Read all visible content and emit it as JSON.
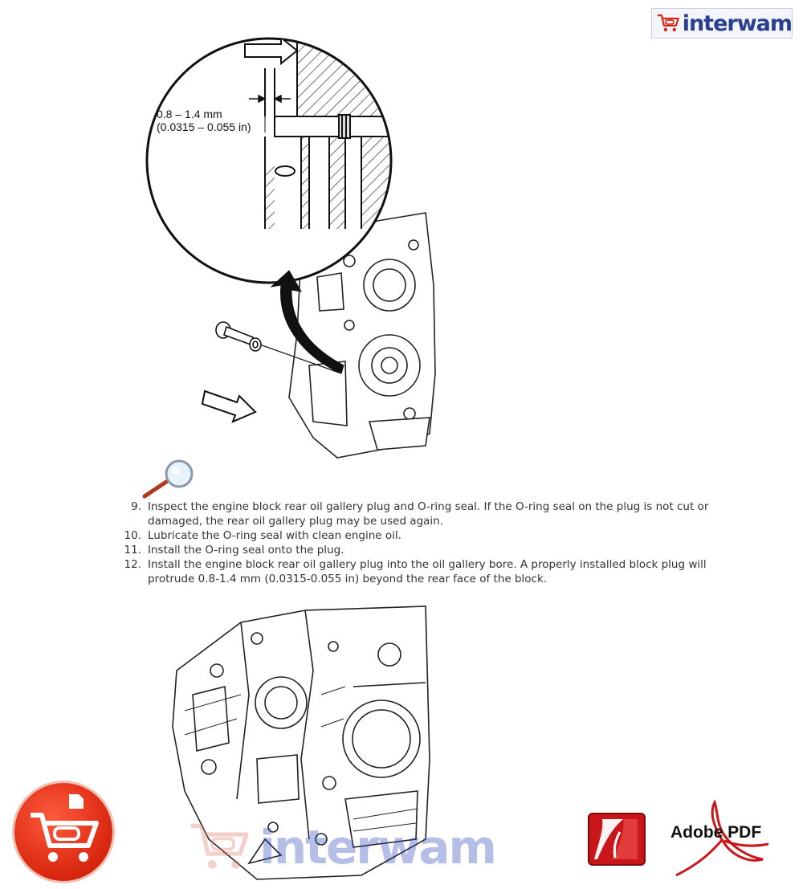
{
  "brand": {
    "name": "interwam",
    "color": "#2a3f8f"
  },
  "figure1": {
    "dimension_mm": "0.8 – 1.4 mm",
    "dimension_in": "(0.0315 – 0.055 in)"
  },
  "steps": [
    {
      "num": "9.",
      "text": "Inspect the engine block rear oil gallery plug and O-ring seal. If the O-ring seal on the plug is not cut or damaged, the rear oil gallery plug may be used again."
    },
    {
      "num": "10.",
      "text": "Lubricate the O-ring seal with clean engine oil."
    },
    {
      "num": "11.",
      "text": "Install the O-ring seal onto the plug."
    },
    {
      "num": "12.",
      "text": "Install the engine block rear oil gallery plug into the oil gallery bore. A properly installed block plug will protrude 0.8-1.4 mm (0.0315-0.055 in) beyond the rear face of the block."
    }
  ],
  "watermark": {
    "text": "interwam"
  },
  "adobe": {
    "label": "Adobe PDF"
  },
  "icons": {
    "cart": "shopping-cart-icon",
    "magnifier": "magnifier-icon",
    "acrobat": "adobe-acrobat-icon"
  },
  "colors": {
    "accent_red": "#d8260f",
    "text": "#333333"
  }
}
